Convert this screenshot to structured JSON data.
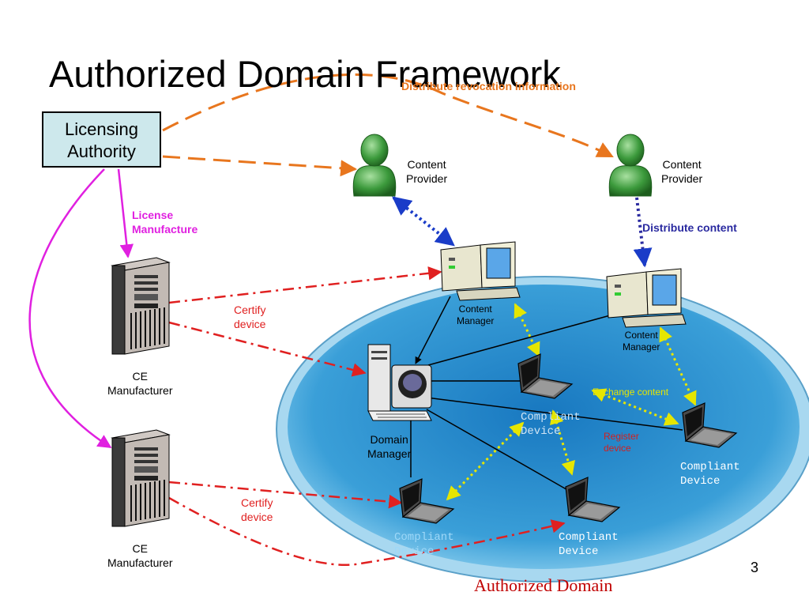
{
  "title": "Authorized Domain Framework",
  "licensing_authority": {
    "line1": "Licensing",
    "line2": "Authority"
  },
  "labels": {
    "distribute_revocation": "Distribute revocation information",
    "license_manufacture": {
      "line1": "License",
      "line2": "Manufacture"
    },
    "certify_device_1": {
      "line1": "Certify",
      "line2": "device"
    },
    "certify_device_2": {
      "line1": "Certify",
      "line2": "device"
    },
    "distribute_content": "Distribute content",
    "exchange_content": "Exchange content",
    "register_device": {
      "line1": "Register",
      "line2": "device"
    }
  },
  "content_provider_1": {
    "line1": "Content",
    "line2": "Provider"
  },
  "content_provider_2": {
    "line1": "Content",
    "line2": "Provider"
  },
  "content_manager_1": {
    "line1": "Content",
    "line2": "Manager"
  },
  "content_manager_2": {
    "line1": "Content",
    "line2": "Manager"
  },
  "domain_manager": {
    "line1": "Domain",
    "line2": "Manager"
  },
  "ce_manufacturer_1": {
    "line1": "CE",
    "line2": "Manufacturer"
  },
  "ce_manufacturer_2": {
    "line1": "CE",
    "line2": "Manufacturer"
  },
  "compliant_device_1": {
    "line1": "Compliant",
    "line2": "Device"
  },
  "compliant_device_2": {
    "line1": "Compliant",
    "line2": "Device"
  },
  "compliant_device_3": {
    "line1": "Compliant",
    "line2": "Device"
  },
  "compliant_device_4": {
    "line1": "Compliant",
    "line2": "Device"
  },
  "authorized_domain": "Authorized Domain",
  "page_number": "3",
  "colors": {
    "revocation": "#e8761e",
    "license": "#e020e0",
    "certify": "#e02020",
    "distribute": "#2a2aa0",
    "exchange": "#e6e600",
    "domain_fill": "#3a9fd8",
    "person": "#3c9a3c"
  }
}
